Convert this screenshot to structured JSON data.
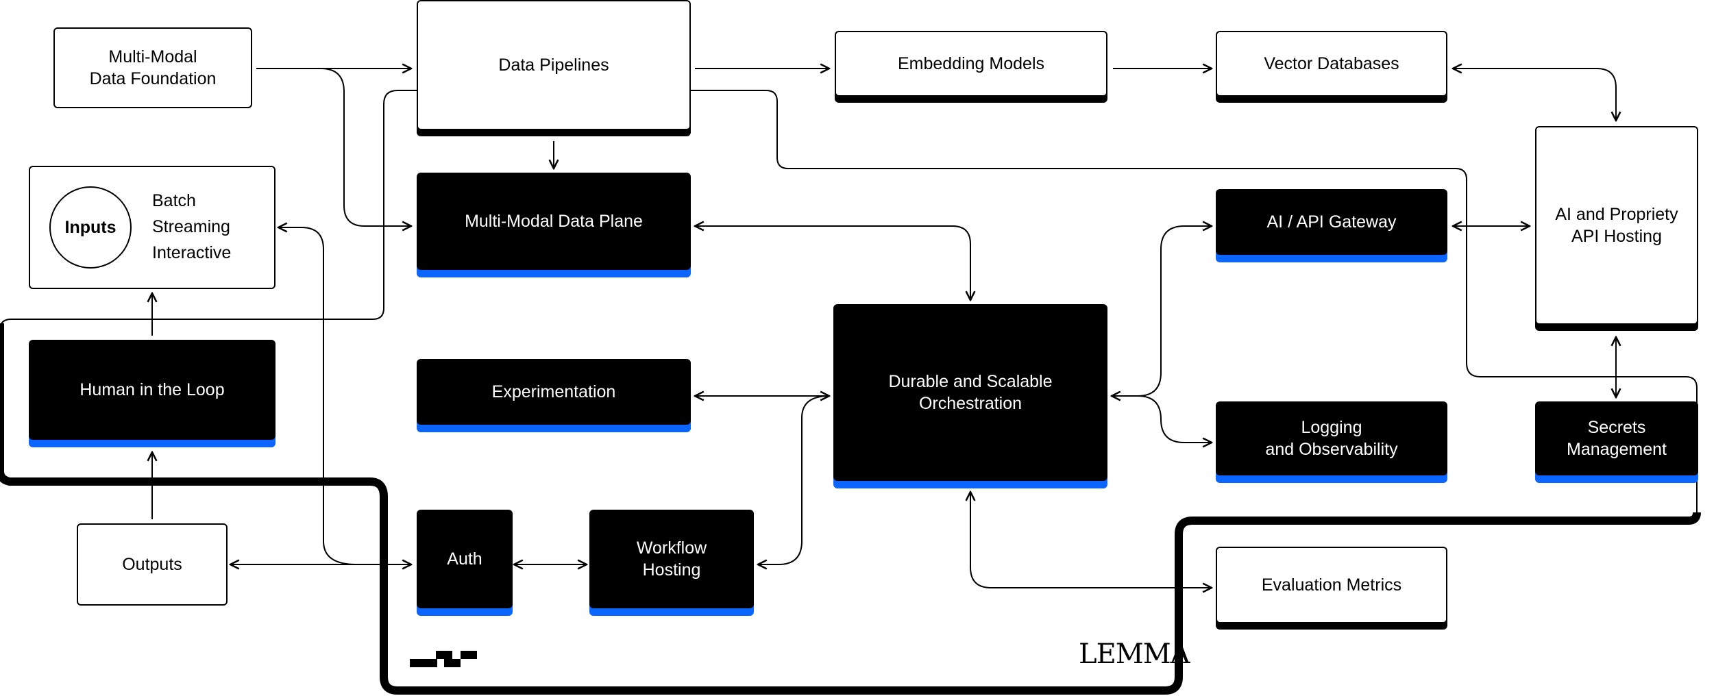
{
  "nodes": {
    "multi_modal_data_foundation": "Multi-Modal\nData Foundation",
    "data_pipelines": "Data Pipelines",
    "embedding_models": "Embedding Models",
    "vector_databases": "Vector Databases",
    "ai_propriety_api_hosting": "AI and Propriety\nAPI Hosting",
    "inputs": "Inputs",
    "inputs_types": [
      "Batch",
      "Streaming",
      "Interactive"
    ],
    "multi_modal_data_plane": "Multi-Modal Data Plane",
    "ai_api_gateway": "AI / API Gateway",
    "human_in_the_loop": "Human in the Loop",
    "experimentation": "Experimentation",
    "durable_scalable_orchestration": "Durable and Scalable\nOrchestration",
    "logging_observability": "Logging\nand Observability",
    "secrets_management": "Secrets\nManagement",
    "outputs": "Outputs",
    "auth": "Auth",
    "workflow_hosting": "Workflow\nHosting",
    "evaluation_metrics": "Evaluation Metrics"
  },
  "brand": {
    "wordmark": "LEMMA"
  },
  "colors": {
    "ink": "#000000",
    "accent": "#0a66ff",
    "background": "#ffffff"
  }
}
